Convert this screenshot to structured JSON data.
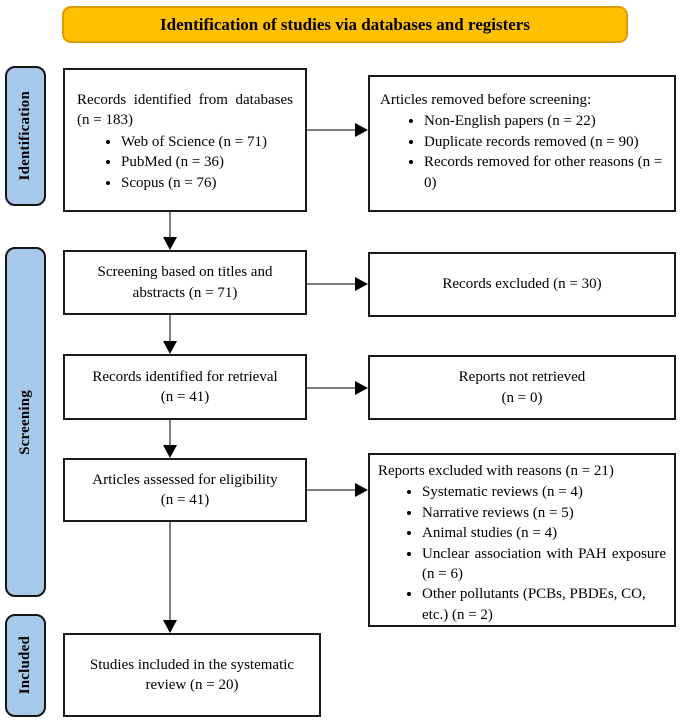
{
  "title": "Identification of studies via databases and registers",
  "colors": {
    "title_fill": "#FFC000",
    "title_border": "#DB9E00",
    "stage_fill": "#A6C9E9",
    "arrow_line": "#7F7F7F",
    "arrow_head": "#000000",
    "box_border": "#1A1A1A"
  },
  "stages": [
    {
      "label": "Identification"
    },
    {
      "label": "Screening"
    },
    {
      "label": "Included"
    }
  ],
  "flow": {
    "records_identified": {
      "intro": "Records identified from databases (n = 183)",
      "bullets": [
        "Web of Science (n = 71)",
        "PubMed (n = 36)",
        "Scopus (n = 76)"
      ]
    },
    "articles_removed": {
      "intro": "Articles removed before screening:",
      "bullets": [
        "Non-English papers (n = 22)",
        "Duplicate records removed (n = 90)",
        "Records removed for other reasons (n = 0)"
      ]
    },
    "screening_titles": {
      "text": "Screening based on titles and\nabstracts (n = 71)"
    },
    "records_excluded": {
      "text": "Records excluded (n = 30)"
    },
    "records_retrieval": {
      "text": "Records identified for retrieval\n(n = 41)"
    },
    "reports_not_retrieved": {
      "text": "Reports not retrieved\n(n = 0)"
    },
    "articles_assessed": {
      "text": "Articles assessed for eligibility\n(n = 41)"
    },
    "reports_excluded": {
      "intro": "Reports excluded with reasons (n = 21)",
      "bullets": [
        "Systematic reviews (n = 4)",
        "Narrative reviews (n = 5)",
        "Animal studies (n = 4)",
        "Unclear association with PAH exposure (n = 6)",
        "Other pollutants (PCBs, PBDEs, CO, etc.) (n = 2)"
      ]
    },
    "studies_included": {
      "text": "Studies included in the systematic\nreview (n = 20)"
    }
  }
}
